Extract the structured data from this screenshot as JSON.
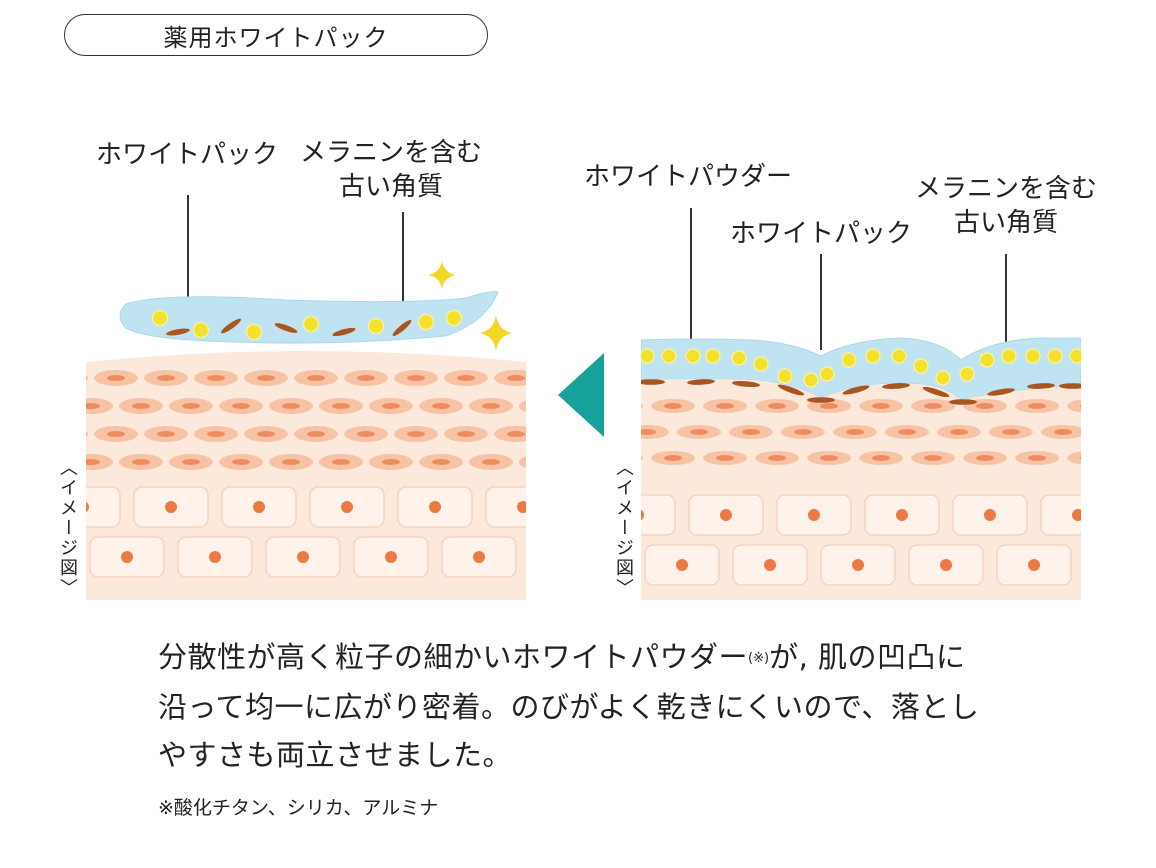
{
  "title": "薬用ホワイトパック",
  "left_panel": {
    "label_pack": "ホワイトパック",
    "label_melanin": "メラニンを含む\n古い角質",
    "side_label": "〈イメージ図〉"
  },
  "right_panel": {
    "label_powder": "ホワイトパウダー",
    "label_pack": "ホワイトパック",
    "label_melanin": "メラニンを含む\n古い角質",
    "side_label": "〈イメージ図〉"
  },
  "description": {
    "line1_a": "分散性が高く粒子の細かいホワイトパウダー",
    "note_mark": "(※)",
    "line1_b": "が, 肌の凹凸に",
    "line2": "沿って均一に広がり密着。のびがよく乾きにくいので、落とし",
    "line3": "やすさも両立させました。"
  },
  "footnote": "※酸化チタン、シリカ、アルミナ",
  "colors": {
    "arrow": "#17a19b",
    "gel": "#bfe3f0",
    "powder": "#f3e12b",
    "melanin": "#a8561f",
    "skin": "#fde8dc",
    "nucleus": "#ec7a45"
  },
  "icons": [
    "sparkle-icon",
    "arrow-left-icon"
  ]
}
